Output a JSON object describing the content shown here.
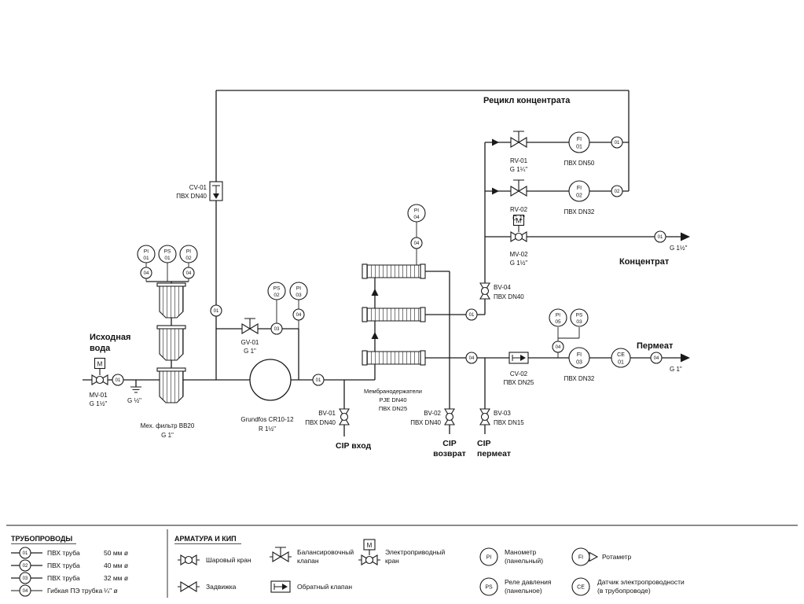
{
  "labels": {
    "recycle_title": "Рецикл концентрата",
    "source_water_1": "Исходная",
    "source_water_2": "вода",
    "concentrate": "Концентрат",
    "concentrate_size": "G 1½\"",
    "permeate": "Пермеат",
    "permeate_size": "G 1\"",
    "cip_in": "CIP вход",
    "cip_return_1": "CIP",
    "cip_return_2": "возврат",
    "cip_permeate_1": "CIP",
    "cip_permeate_2": "пермеат",
    "membrane_1": "Мембранодержатели",
    "membrane_2": "PJE DN40",
    "membrane_3": "ПВХ DN25",
    "filter_1": "Мех. фильтр BB20",
    "filter_2": "G 1\"",
    "pump_1": "Grundfos CR10-12",
    "pump_2": "R 1½\"",
    "drain_size": "G ½\"",
    "motor": "M"
  },
  "valves": {
    "mv01": {
      "name": "MV-01",
      "size": "G 1½\""
    },
    "mv02": {
      "name": "MV-02",
      "size": "G 1½\""
    },
    "gv01": {
      "name": "GV-01",
      "size": "G 1\""
    },
    "cv01": {
      "name": "CV-01",
      "size": "ПВХ DN40"
    },
    "cv02": {
      "name": "CV-02",
      "size": "ПВХ DN25"
    },
    "bv01": {
      "name": "BV-01",
      "size": "ПВХ DN40"
    },
    "bv02": {
      "name": "BV-02",
      "size": "ПВХ DN40"
    },
    "bv03": {
      "name": "BV-03",
      "size": "ПВХ DN15"
    },
    "bv04": {
      "name": "BV-04",
      "size": "ПВХ DN40"
    },
    "rv01": {
      "name": "RV-01",
      "size": "G 1¼\""
    },
    "rv02": {
      "name": "RV-02",
      "size": "G 1\""
    }
  },
  "instruments": {
    "pi01": {
      "t": "PI",
      "n": "01"
    },
    "ps01": {
      "t": "PS",
      "n": "01"
    },
    "pi02": {
      "t": "PI",
      "n": "02"
    },
    "ps02": {
      "t": "PS",
      "n": "02"
    },
    "pi03": {
      "t": "PI",
      "n": "03"
    },
    "pi04": {
      "t": "PI",
      "n": "04"
    },
    "pi05": {
      "t": "PI",
      "n": "05"
    },
    "ps03": {
      "t": "PS",
      "n": "03"
    },
    "fi01": {
      "t": "FI",
      "n": "01",
      "size": "ПВХ DN50"
    },
    "fi02": {
      "t": "FI",
      "n": "02",
      "size": "ПВХ DN32"
    },
    "fi03": {
      "t": "FI",
      "n": "03",
      "size": "ПВХ DN32"
    },
    "ce01": {
      "t": "CE",
      "n": "01"
    }
  },
  "tags": {
    "t01": "01",
    "t02": "02",
    "t03": "03",
    "t04": "04"
  },
  "legend": {
    "pipes_header": "ТРУБОПРОВОДЫ",
    "pipes": [
      {
        "tag": "01",
        "name": "ПВХ труба",
        "size": "50 мм ø"
      },
      {
        "tag": "02",
        "name": "ПВХ труба",
        "size": "40 мм ø"
      },
      {
        "tag": "03",
        "name": "ПВХ труба",
        "size": "32 мм ø"
      },
      {
        "tag": "04",
        "name": "Гибкая ПЭ трубка",
        "size": "¼\" ø"
      }
    ],
    "fittings_header": "АРМАТУРА И КИП",
    "ball_valve": "Шаровый кран",
    "gate_valve": "Задвижка",
    "balancing_1": "Балансировочный",
    "balancing_2": "клапан",
    "check_valve": "Обратный клапан",
    "electric_1": "Электроприводный",
    "electric_2": "кран",
    "pi_sym": "PI",
    "pi_label_1": "Манометр",
    "pi_label_2": "(панельный)",
    "ps_sym": "PS",
    "ps_label_1": "Реле давления",
    "ps_label_2": "(панельное)",
    "fi_sym": "FI",
    "fi_label": "Ротаметр",
    "ce_sym": "CE",
    "ce_label_1": "Датчик электропроводности",
    "ce_label_2": "(в трубопроводе)"
  }
}
